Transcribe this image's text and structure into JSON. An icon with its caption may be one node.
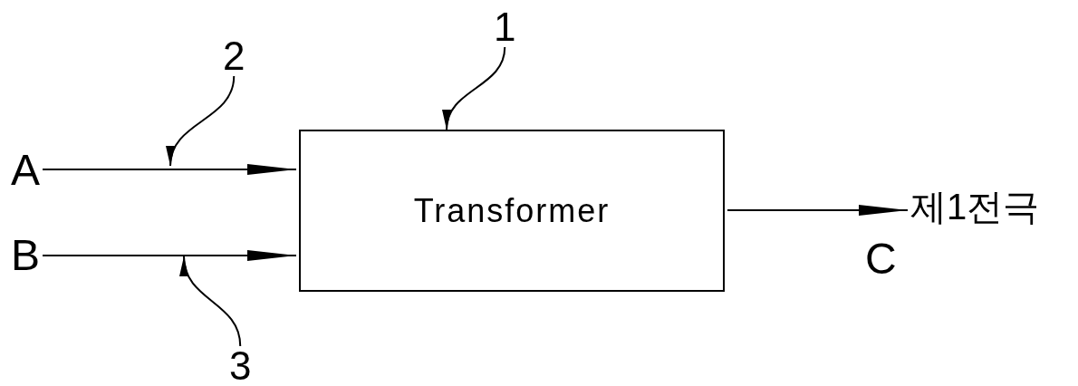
{
  "diagram": {
    "nodes": [
      {
        "text": [
          "1"
        ]
      },
      {
        "text": [
          "2"
        ]
      },
      {
        "text": [
          "A"
        ]
      },
      {
        "text": [
          "Transformer"
        ]
      },
      {
        "text": [
          "B"
        ]
      },
      {
        "text": [
          "제1전극"
        ]
      },
      {
        "text": [
          "3"
        ]
      }
    ],
    "edges": [
      {
        "from": 2,
        "to": 3,
        "arrow": "to"
      },
      {
        "from": 4,
        "to": 3,
        "arrow": "to"
      },
      {
        "from": 3,
        "to": 5,
        "arrow": "to",
        "label": "C"
      },
      {
        "from": 0,
        "to": 3,
        "arrow": "to"
      },
      {
        "from": 1,
        "to": null,
        "arrow": "to"
      },
      {
        "from": 6,
        "to": null,
        "arrow": "to"
      }
    ]
  }
}
